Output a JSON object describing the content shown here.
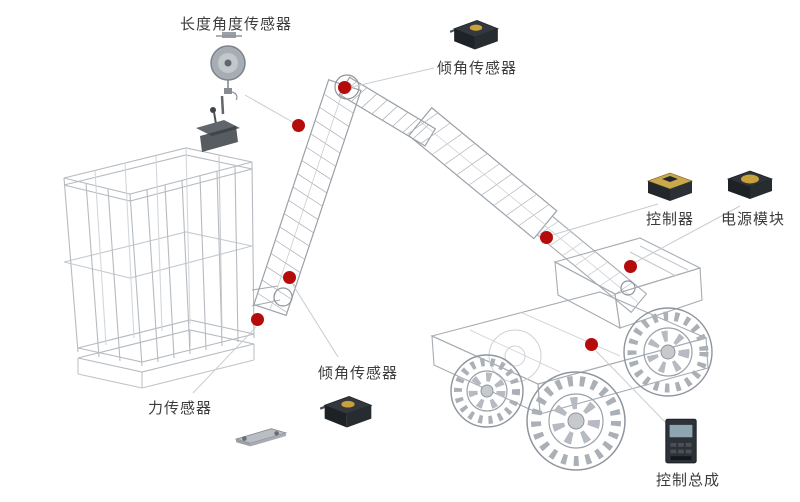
{
  "colors": {
    "background": "#ffffff",
    "marker": "#b50b0b",
    "label_text": "#3c3c3c",
    "callout_line": "#c8ccd0",
    "wireframe": "#b3b8bf",
    "wireframe_dark": "#9aa0a7",
    "sensor_gold": "#c9a13b",
    "sensor_body": "#23272c"
  },
  "labels": {
    "length_angle_sensor": "长度角度传感器",
    "tilt_sensor_top": "倾角传感器",
    "controller": "控制器",
    "power_module": "电源模块",
    "tilt_sensor_bottom": "倾角传感器",
    "force_sensor": "力传感器",
    "control_assembly": "控制总成"
  },
  "icons": {
    "length_angle_sensor": "draw-wire-sensor-icon",
    "tilt_sensor_top": "tilt-sensor-module-icon",
    "tilt_sensor_bottom": "tilt-sensor-module-icon",
    "controller": "controller-module-icon",
    "power_module": "power-module-icon",
    "force_sensor": "load-cell-icon",
    "control_assembly": "control-panel-icon"
  }
}
